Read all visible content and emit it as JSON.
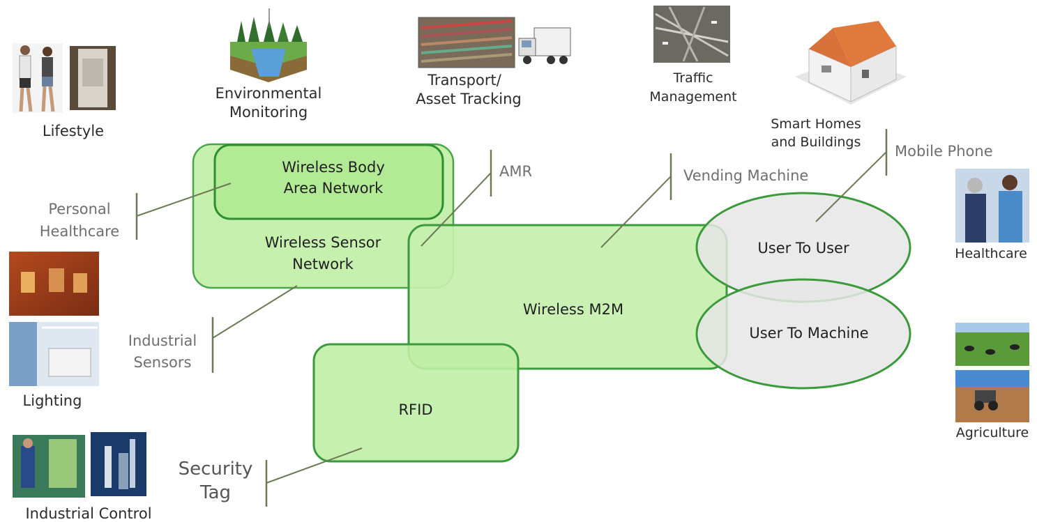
{
  "regions": {
    "wban_line1": "Wireless Body",
    "wban_line2": "Area Network",
    "wsn_line1": "Wireless Sensor",
    "wsn_line2": "Network",
    "m2m": "Wireless M2M",
    "rfid": "RFID",
    "user_to_user": "User To User",
    "user_to_machine": "User To Machine"
  },
  "categories": {
    "lifestyle": "Lifestyle",
    "env_line1": "Environmental",
    "env_line2": "Monitoring",
    "transport_line1": "Transport/",
    "transport_line2": "Asset Tracking",
    "traffic_line1": "Traffic",
    "traffic_line2": "Management",
    "smart_line1": "Smart Homes",
    "smart_line2": "and Buildings",
    "healthcare": "Healthcare",
    "agriculture": "Agriculture",
    "lighting": "Lighting",
    "industrial_control": "Industrial Control"
  },
  "callouts": {
    "personal_line1": "Personal",
    "personal_line2": "Healthcare",
    "amr": "AMR",
    "vending": "Vending Machine",
    "mobile": "Mobile Phone",
    "industrial_line1": "Industrial",
    "industrial_line2": "Sensors",
    "security_line1": "Security",
    "security_line2": "Tag"
  },
  "colors": {
    "region_fill": "#b9ec9f",
    "region_stroke": "#3b9a3b",
    "ellipse_fill": "#e5e5e5",
    "callout_line": "#6b7a55"
  }
}
